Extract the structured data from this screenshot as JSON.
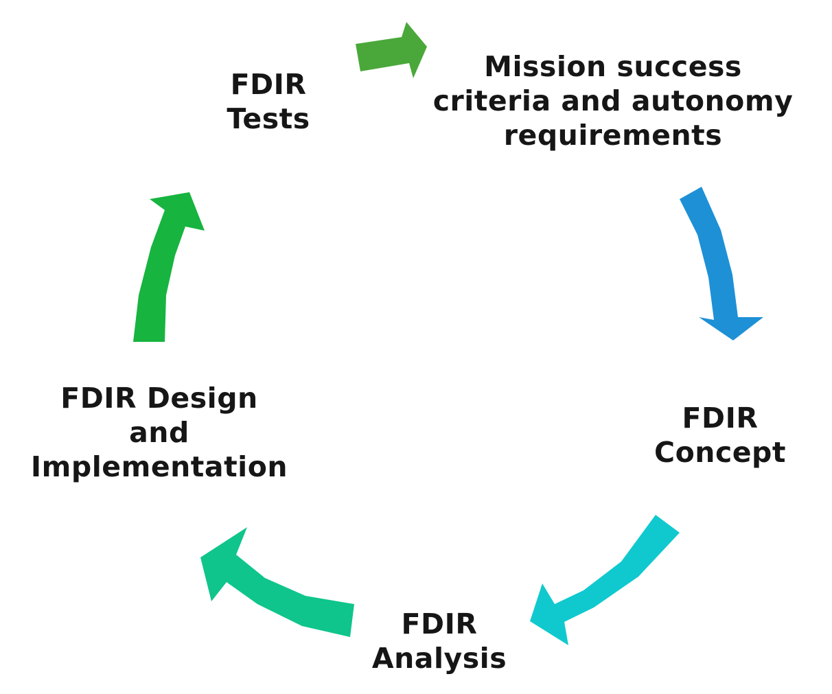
{
  "title": "",
  "steps": [
    {
      "id": "mission",
      "lines": [
        "Mission success",
        "criteria and autonomy",
        "requirements"
      ]
    },
    {
      "id": "concept",
      "lines": [
        "FDIR",
        "Concept"
      ]
    },
    {
      "id": "analysis",
      "lines": [
        "FDIR",
        "Analysis"
      ]
    },
    {
      "id": "design",
      "lines": [
        "FDIR Design",
        "and",
        "Implementation"
      ]
    },
    {
      "id": "tests",
      "lines": [
        "FDIR",
        "Tests"
      ]
    }
  ],
  "arrows": [
    {
      "from": "tests",
      "to": "mission",
      "color": "#4aa83a"
    },
    {
      "from": "mission",
      "to": "concept",
      "color": "#1e90d6"
    },
    {
      "from": "concept",
      "to": "analysis",
      "color": "#10c9cf"
    },
    {
      "from": "analysis",
      "to": "design",
      "color": "#0fc58c"
    },
    {
      "from": "design",
      "to": "tests",
      "color": "#17b43f"
    }
  ]
}
